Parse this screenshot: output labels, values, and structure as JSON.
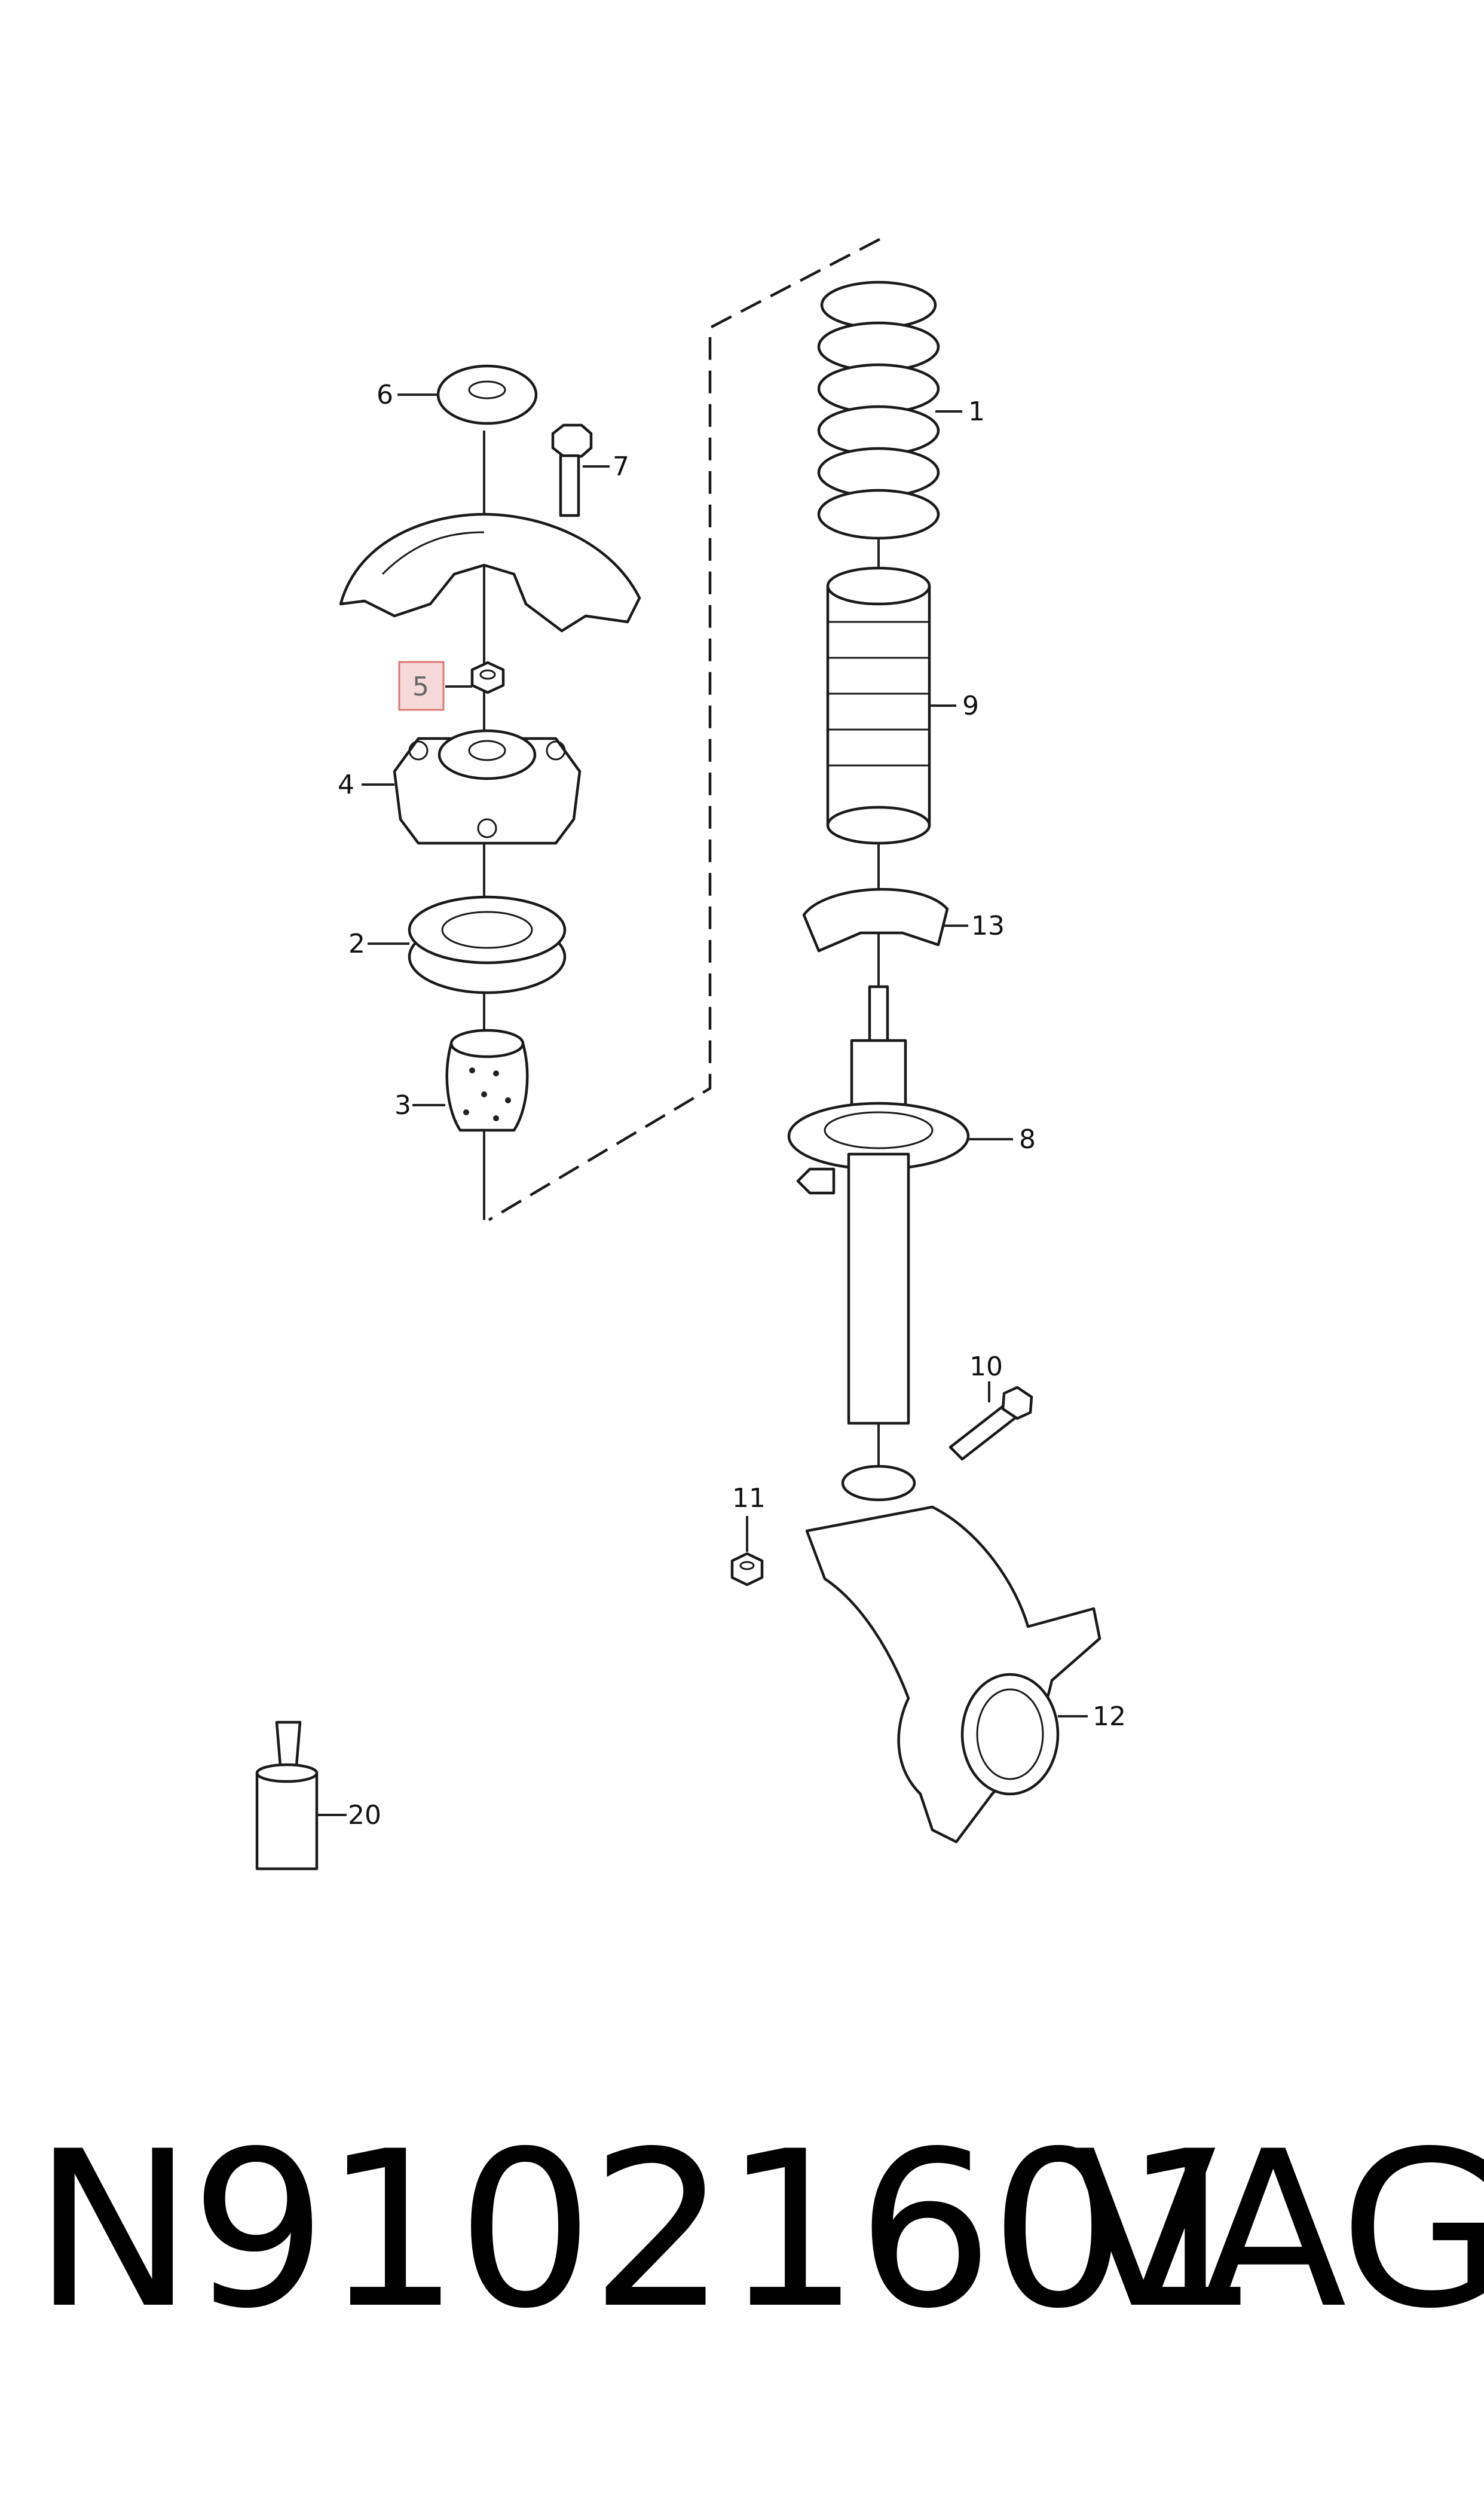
{
  "diagram": {
    "callouts": [
      {
        "id": "1",
        "label": "1"
      },
      {
        "id": "2",
        "label": "2"
      },
      {
        "id": "3",
        "label": "3"
      },
      {
        "id": "4",
        "label": "4"
      },
      {
        "id": "5",
        "label": "5",
        "highlighted": true
      },
      {
        "id": "6",
        "label": "6"
      },
      {
        "id": "7",
        "label": "7"
      },
      {
        "id": "8",
        "label": "8"
      },
      {
        "id": "9",
        "label": "9"
      },
      {
        "id": "10",
        "label": "10"
      },
      {
        "id": "11",
        "label": "11"
      },
      {
        "id": "12",
        "label": "12"
      },
      {
        "id": "13",
        "label": "13"
      },
      {
        "id": "20",
        "label": "20"
      }
    ],
    "highlight_color": "#f6dada",
    "highlight_border": "#d77"
  },
  "footer": {
    "part_number": "N91021601",
    "brand": "VAG"
  }
}
